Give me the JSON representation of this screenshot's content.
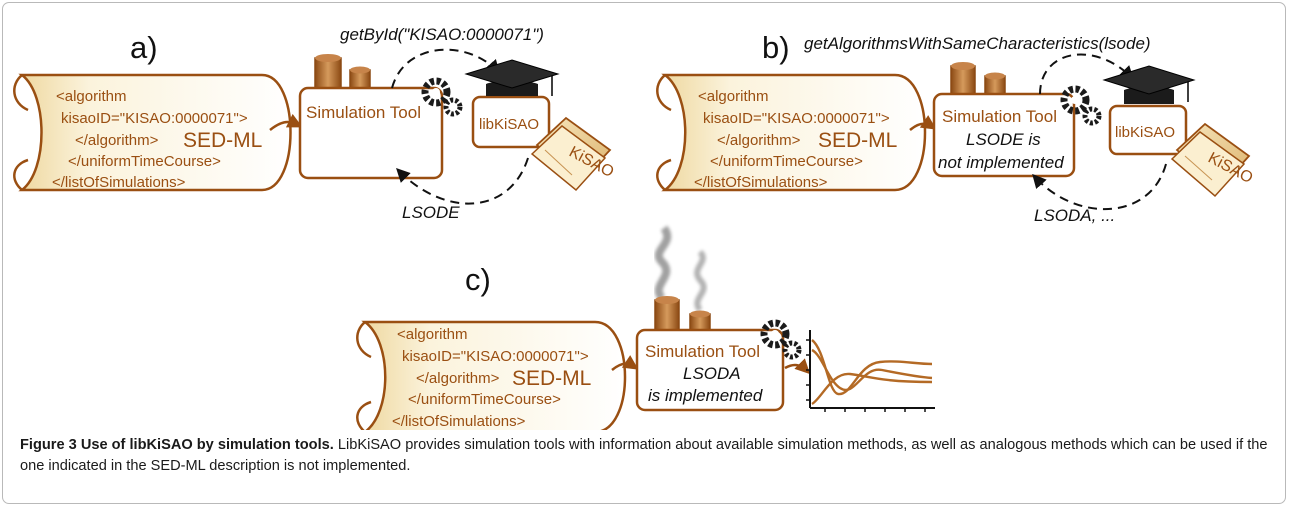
{
  "panel_a": {
    "label": "a)",
    "sed_lines": [
      "<algorithm",
      "kisaoID=\"KISAO:0000071\">",
      "</algorithm>",
      "</uniformTimeCourse>",
      "</listOfSimulations>"
    ],
    "sedml": "SED-ML",
    "tool": "Simulation Tool",
    "library": "libKiSAO",
    "book": "KiSAO",
    "call": "getById(\"KISAO:0000071\")",
    "result": "LSODE"
  },
  "panel_b": {
    "label": "b)",
    "sed_lines": [
      "<algorithm",
      "kisaoID=\"KISAO:0000071\">",
      "</algorithm>",
      "</uniformTimeCourse>",
      "</listOfSimulations>"
    ],
    "sedml": "SED-ML",
    "tool": "Simulation Tool",
    "tool_note_1": "LSODE is",
    "tool_note_2": "not implemented",
    "library": "libKiSAO",
    "book": "KiSAO",
    "call": "getAlgorithmsWithSameCharacteristics(lsode)",
    "result": "LSODA, ..."
  },
  "panel_c": {
    "label": "c)",
    "sed_lines": [
      "<algorithm",
      "kisaoID=\"KISAO:0000071\">",
      "</algorithm>",
      "</uniformTimeCourse>",
      "</listOfSimulations>"
    ],
    "sedml": "SED-ML",
    "tool": "Simulation Tool",
    "tool_note_1": "LSODA",
    "tool_note_2": "is implemented"
  },
  "caption": {
    "title": "Figure 3 Use of libKiSAO by simulation tools.",
    "text": " LibKiSAO provides simulation tools with information about available simulation methods, as well as analogous methods which can be used if the one indicated in the SED-ML description is not implemented."
  },
  "colors": {
    "accent": "#9a4f12",
    "parchment": "#f6e9c4",
    "cap": "#111111"
  }
}
